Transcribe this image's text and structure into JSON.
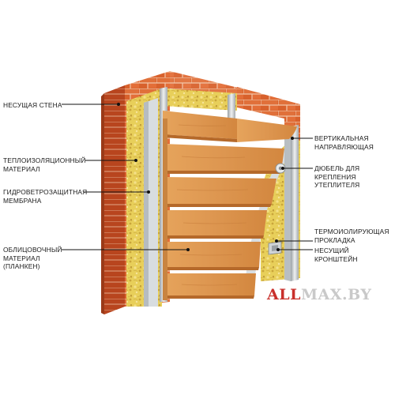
{
  "labels": {
    "load_wall": [
      "НЕСУЩАЯ СТЕНА"
    ],
    "insulation": [
      "ТЕПЛОИЗОЛЯЦИОННЫЙ",
      "МАТЕРИАЛ"
    ],
    "membrane": [
      "ГИДРОВЕТРОЗАЩИТНАЯ",
      "МЕМБРАНА"
    ],
    "cladding": [
      "ОБЛИЦОВОЧНЫЙ",
      "МАТЕРИАЛ",
      "(ПЛАНКЕН)"
    ],
    "vertical_guide": [
      "ВЕРТИКАЛЬНАЯ",
      "НАПРАВЛЯЮЩАЯ"
    ],
    "dowel": [
      "ДЮБЕЛЬ ДЛЯ",
      "КРЕПЛЕНИЯ",
      "УТЕПЛИТЕЛЯ"
    ],
    "thermal_pad": [
      "ТЕРМОИОЛИРУЮЩАЯ",
      "ПРОКЛАДКА"
    ],
    "bracket": [
      "НЕСУЩИЙ",
      "КРОНШТЕЙН"
    ]
  },
  "logo": {
    "part1": "ALL",
    "part2": "MAX.BY"
  },
  "colors": {
    "brick": "#d9622e",
    "brick_mortar": "#f2c6a8",
    "insulation": "#e8cf5a",
    "membrane": "#d8dde0",
    "metal": "#c8cccf",
    "wood": "#dd9650",
    "wood_dark": "#b5692a",
    "logo_red": "#c9302c",
    "logo_grey": "#c9c9c9"
  }
}
